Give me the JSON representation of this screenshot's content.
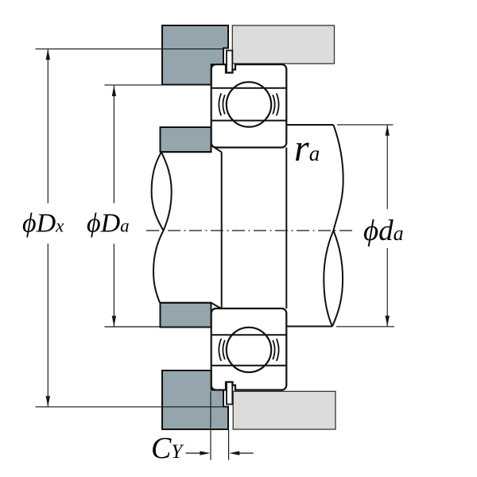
{
  "figure": {
    "title": "bearing with locating snap ring - shaft and housing abutment dimensions",
    "type": "engineering-cross-section",
    "labels": {
      "snap_ring_outside_dia": {
        "prefix": "ϕ",
        "main": "D",
        "sub": "x"
      },
      "housing_abutment_dia": {
        "prefix": "ϕ",
        "main": "D",
        "sub": "a"
      },
      "shaft_abutment_dia": {
        "prefix": "ϕ",
        "main": "d",
        "sub": "a"
      },
      "fillet_radius": {
        "main": "r",
        "sub": "a"
      },
      "snap_ring_side_width": {
        "main": "C",
        "sub": "Y"
      }
    },
    "colors": {
      "housing_fill": "#94a5ae",
      "spacer_fill": "#94a5ae",
      "cover_fill": "#dcdcdb",
      "line": "#111111",
      "background": "#ffffff"
    }
  }
}
